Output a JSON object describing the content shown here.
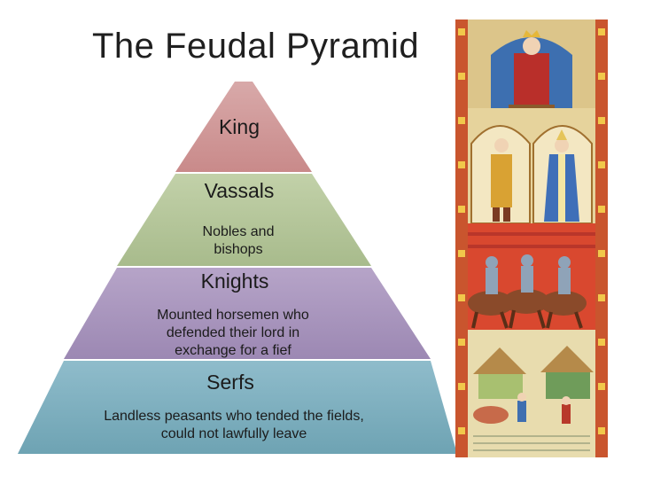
{
  "title": "The Feudal Pyramid",
  "levels": [
    {
      "name": "King",
      "description": "",
      "color": "#cf9a9a"
    },
    {
      "name": "Vassals",
      "description": "Nobles and bishops",
      "color": "#b3c49a"
    },
    {
      "name": "Knights",
      "description": "Mounted horsemen who defended their lord in exchange for a fief",
      "color": "#a996be"
    },
    {
      "name": "Serfs",
      "description": "Landless peasants who tended the fields, could not lawfully leave",
      "color": "#7fb0c0"
    }
  ],
  "illustration": {
    "icon": "medieval-manuscript-illustration"
  }
}
